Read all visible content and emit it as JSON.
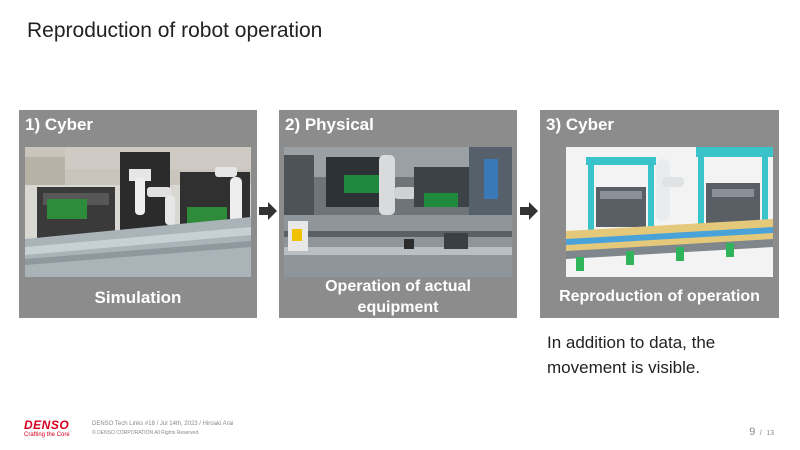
{
  "slide": {
    "title": "Reproduction of robot operation"
  },
  "panels": [
    {
      "heading": "1) Cyber",
      "caption": "Simulation"
    },
    {
      "heading": "2) Physical",
      "caption": "Operation of actual equipment"
    },
    {
      "heading": "3) Cyber",
      "caption": "Reproduction of operation"
    }
  ],
  "note": {
    "line1": "In addition to data, the",
    "line2": "movement is visible."
  },
  "footer": {
    "logo_word": "DENSO",
    "logo_tagline": "Crafting the Core",
    "event_line": "DENSO Tech Links #18 / Jul 14th, 2023 / Hiroaki Arai",
    "copyright": "© DENSO CORPORATION All Rights Reserved."
  },
  "page": {
    "current": "9",
    "separator": "/",
    "total": "13"
  },
  "colors": {
    "panel_bg": "#8c8c8c",
    "brand_red": "#d6001c",
    "text_dark": "#222222",
    "footer_gray": "#8a8a8a"
  },
  "icons": {
    "arrow": "arrow-right-icon"
  }
}
